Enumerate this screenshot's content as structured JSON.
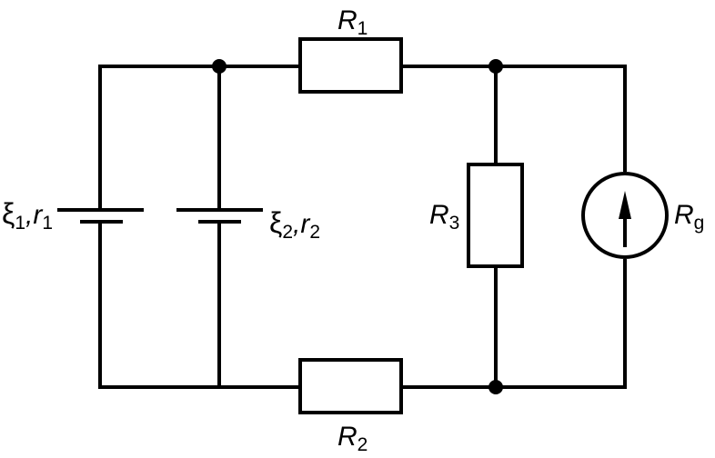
{
  "diagram": {
    "resistors": {
      "r1": {
        "symbol": "R",
        "subscript": "1"
      },
      "r2": {
        "symbol": "R",
        "subscript": "2"
      },
      "r3": {
        "symbol": "R",
        "subscript": "3"
      }
    },
    "galvanometer": {
      "symbol": "R",
      "subscript": "g"
    },
    "sources": {
      "source1": {
        "emf": "ξ",
        "emf_sub": "1",
        "sep": ",",
        "resistance": "r",
        "resistance_sub": "1"
      },
      "source2": {
        "emf": "ξ",
        "emf_sub": "2",
        "sep": ",",
        "resistance": "r",
        "resistance_sub": "2"
      }
    }
  }
}
